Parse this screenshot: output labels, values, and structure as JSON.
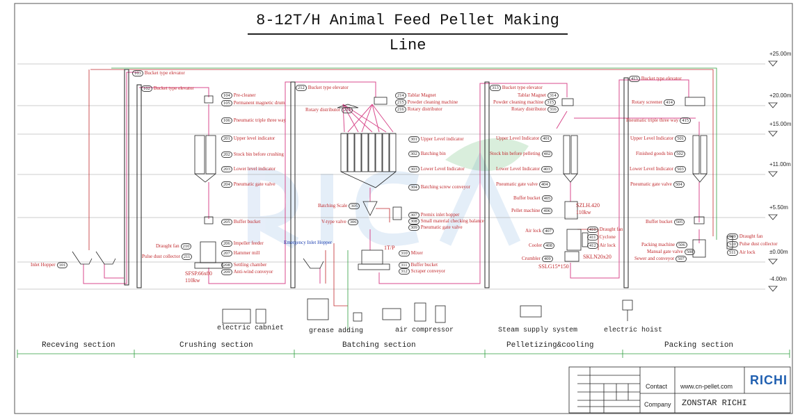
{
  "title": "8-12T/H Animal Feed Pellet Making Line",
  "levels": [
    "+25.00m",
    "+20.00m",
    "+15.00m",
    "+11.00m",
    "+5.50m",
    "±0.00m",
    "-4.00m"
  ],
  "sections": [
    "Receving section",
    "Crushing section",
    "Batching section",
    "Pelletizing&cooling",
    "Packing section"
  ],
  "aux_equipment": [
    "electric cabniet",
    "grease adding",
    "air compressor",
    "Steam supply system",
    "electric hoist"
  ],
  "receiving": [
    {
      "num": "101",
      "text": "Inlet Hopper"
    }
  ],
  "crushing": [
    {
      "num": "103",
      "text": "Bucket type elevator"
    },
    {
      "num": "102",
      "text": "Bucket type elevator"
    },
    {
      "num": "104",
      "text": "Pre-cleaner"
    },
    {
      "num": "105",
      "text": "Permanent magnetic drum"
    },
    {
      "num": "106",
      "text": "Pneumatic triple three way"
    },
    {
      "num": "201",
      "text": "Upper level indicator"
    },
    {
      "num": "202",
      "text": "Stock bin before crushing"
    },
    {
      "num": "203",
      "text": "Lower level indicator"
    },
    {
      "num": "204",
      "text": "Pneumatic gate valve"
    },
    {
      "num": "205",
      "text": "Buffer bucket"
    },
    {
      "num": "206",
      "text": "Impeller feeder"
    },
    {
      "num": "207",
      "text": "Hammer mill"
    },
    {
      "num": "208",
      "text": "Settling chamber"
    },
    {
      "num": "209",
      "text": "Anti-wind conveyor"
    },
    {
      "num": "210",
      "text": "Draught fan"
    },
    {
      "num": "211",
      "text": "Pulse dust collector"
    }
  ],
  "crushing_model": [
    "SFSP.66x80",
    "110kw"
  ],
  "batching": [
    {
      "num": "212",
      "text": "Bucket type elevator"
    },
    {
      "num": "214",
      "text": "Tablar Magnet"
    },
    {
      "num": "215",
      "text": "Powder cleaning machine"
    },
    {
      "num": "216",
      "text": "Rotary distributor"
    },
    {
      "num": "213",
      "text": "Rotary distributor"
    },
    {
      "num": "301",
      "text": "Upper Level indicator"
    },
    {
      "num": "302",
      "text": "Batching bin"
    },
    {
      "num": "303",
      "text": "Lower Level Indicator"
    },
    {
      "num": "304",
      "text": "Batching screw conveyor"
    },
    {
      "num": "305",
      "text": "Batching Scale"
    },
    {
      "num": "306",
      "text": "V-type valve"
    },
    {
      "num": "307",
      "text": "Premix inlet hopper"
    },
    {
      "num": "308",
      "text": "Small material checking balance"
    },
    {
      "num": "309",
      "text": "Pneumatic gate valve"
    },
    {
      "num": "310",
      "text": "Mixer"
    },
    {
      "num": "311",
      "text": "Buffer bucket"
    },
    {
      "num": "312",
      "text": "Scraper conveyor"
    }
  ],
  "emergency_hopper": "Emergency Inlet Hopper",
  "mixer_model": "1T/P",
  "pelletizing": [
    {
      "num": "313",
      "text": "Bucket type elevator"
    },
    {
      "num": "314",
      "text": "Tablar Magnet"
    },
    {
      "num": "315",
      "text": "Powder cleaning machine"
    },
    {
      "num": "316",
      "text": "Rotary distributor"
    },
    {
      "num": "401",
      "text": "Upper Level Indicator"
    },
    {
      "num": "402",
      "text": "Stock bin before pelleting"
    },
    {
      "num": "403",
      "text": "Lower Level Indicator"
    },
    {
      "num": "404",
      "text": "Pneumatic gate valve"
    },
    {
      "num": "405",
      "text": "Buffer bucket"
    },
    {
      "num": "406",
      "text": "Pellet machine"
    },
    {
      "num": "407",
      "text": "Air lock"
    },
    {
      "num": "408",
      "text": "Cooler"
    },
    {
      "num": "409",
      "text": "Crumbler"
    },
    {
      "num": "410",
      "text": "Draught fan"
    },
    {
      "num": "411",
      "text": "Cyclone"
    },
    {
      "num": "412",
      "text": "Air lock"
    }
  ],
  "pellet_model": [
    "SZLH.420",
    "110kw"
  ],
  "cooler_model": "SKLN20x20",
  "crumbler_model": "SSLG15*150",
  "packing": [
    {
      "num": "413",
      "text": "Bucket type elevator"
    },
    {
      "num": "414",
      "text": "Rotary screener"
    },
    {
      "num": "415",
      "text": "Pneumatic triple three way"
    },
    {
      "num": "501",
      "text": "Upper Level Indicator"
    },
    {
      "num": "502",
      "text": "Finished goods bin"
    },
    {
      "num": "503",
      "text": "Lower Level Indicator"
    },
    {
      "num": "504",
      "text": "Pneumatic gate valve"
    },
    {
      "num": "505",
      "text": "Buffer bucket"
    },
    {
      "num": "506",
      "text": "Packing machine"
    },
    {
      "num": "508",
      "text": "Manual gate valve"
    },
    {
      "num": "507",
      "text": "Sewer and conveyor"
    },
    {
      "num": "509",
      "text": "Draught fan"
    },
    {
      "num": "510",
      "text": "Pulse dust collector"
    },
    {
      "num": "511",
      "text": "Air lock"
    }
  ],
  "title_block": {
    "contact_label": "Contact",
    "contact_value": "www.cn-pellet.com",
    "company_label": "Company",
    "company_value": "ZONSTAR RICHI",
    "logo_text": "RICHI"
  },
  "colors": {
    "line": "#c0282c",
    "flow": "#d84a8c",
    "green": "#2e9e3e",
    "equipment": "#222222",
    "watermark": "#3b7fd0"
  }
}
